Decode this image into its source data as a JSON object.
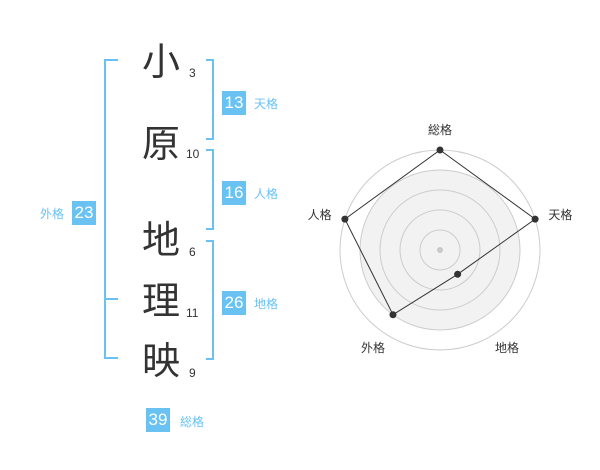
{
  "theme": {
    "accent": "#69c2f2",
    "label_color": "#69c2f2",
    "text_color": "#333333"
  },
  "name": {
    "chars": [
      {
        "char": "小",
        "strokes": "3"
      },
      {
        "char": "原",
        "strokes": "10"
      },
      {
        "char": "地",
        "strokes": "6"
      },
      {
        "char": "理",
        "strokes": "11"
      },
      {
        "char": "映",
        "strokes": "9"
      }
    ]
  },
  "fortunes": {
    "tenkaku": {
      "value": "13",
      "label": "天格"
    },
    "jinkaku": {
      "value": "16",
      "label": "人格"
    },
    "chikaku": {
      "value": "26",
      "label": "地格"
    },
    "gaikaku": {
      "value": "23",
      "label": "外格"
    },
    "soukaku": {
      "value": "39",
      "label": "総格"
    }
  },
  "chart_data": {
    "type": "radar",
    "axes": [
      "総格",
      "天格",
      "地格",
      "外格",
      "人格"
    ],
    "values": [
      5,
      5,
      1.5,
      4,
      5
    ],
    "range": [
      0,
      5
    ],
    "rings": 5
  }
}
